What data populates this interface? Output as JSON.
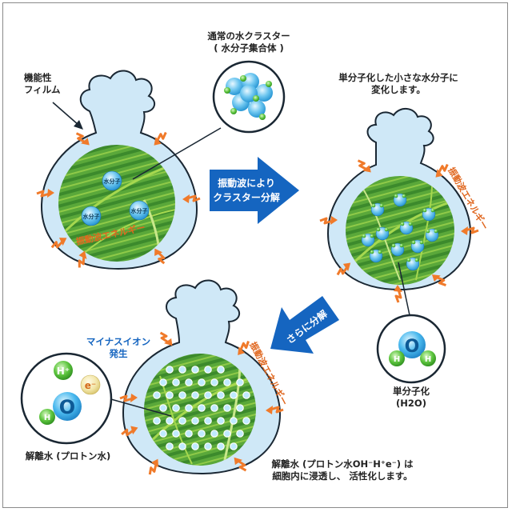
{
  "labels": {
    "normal_cluster": {
      "line1": "通常の水クラスター",
      "line2": "( 水分子集合体 )"
    },
    "functional_film": {
      "line1": "機能性",
      "line2": "フィルム"
    },
    "single_small": {
      "line1": "単分子化した小さな水分子に",
      "line2": "変化します。"
    },
    "vibration_energy": "振動波エネルギー",
    "water_molecule": "水分子",
    "arrow1": {
      "line1": "振動波により",
      "line2": "クラスター分解"
    },
    "arrow2": "さらに分解",
    "single_h2o": {
      "line1": "単分子化",
      "line2": "(H2O)"
    },
    "minus_ion": {
      "line1": "マイナスイオン",
      "line2": "発生"
    },
    "dissociated_water": "解離水 (プロトン水)",
    "bottom_caption": {
      "line1": "解離水 (プロトン水OH⁻H⁺e⁻) は",
      "line2": "細胞内に浸透し、 活性化します。"
    }
  },
  "molecule": {
    "o": "O",
    "h": "H"
  },
  "ions": {
    "h_plus": "H⁺",
    "e_minus": "e⁻",
    "o": "O",
    "h": "H"
  },
  "colors": {
    "bag_fill": "#cfe8f7",
    "bag_stroke": "#1a2733",
    "leaf_dark": "#2f7d2a",
    "leaf_light": "#8cc63f",
    "arrow_blue": "#1565c0",
    "energy_orange": "#f07a2a",
    "water_blue": "#48b3e6"
  }
}
